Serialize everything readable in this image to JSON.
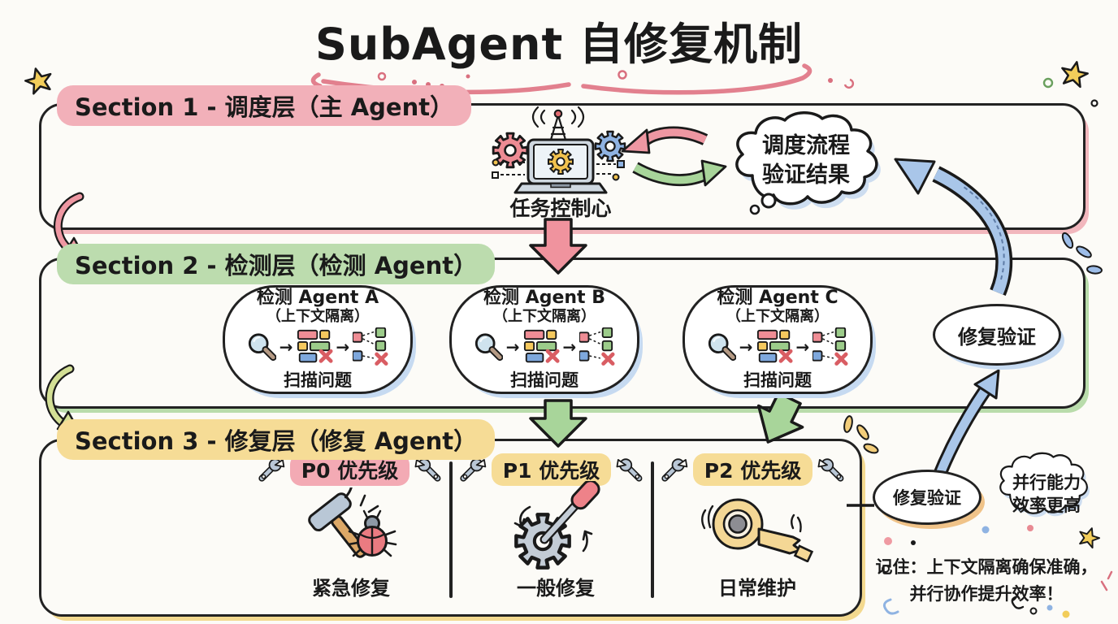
{
  "title": "SubAgent 自修复机制",
  "icons": {
    "arrow_right": "→"
  },
  "section1": {
    "header": "Section 1 - 调度层（主 Agent）",
    "control_center": "任务控制心",
    "cloud": {
      "line1": "调度流程",
      "line2": "验证结果"
    }
  },
  "section2": {
    "header": "Section 2 - 检测层（检测 Agent）",
    "agents": [
      {
        "title": "检测 Agent A",
        "subtitle": "（上下文隔离）",
        "caption": "扫描问题"
      },
      {
        "title": "检测 Agent B",
        "subtitle": "（上下文隔离）",
        "caption": "扫描问题"
      },
      {
        "title": "检测 Agent C",
        "subtitle": "（上下文隔离）",
        "caption": "扫描问题"
      }
    ],
    "verify": "修复验证"
  },
  "section3": {
    "header": "Section 3 - 修复层（修复 Agent）",
    "columns": [
      {
        "priority": "P0 优先级",
        "caption": "紧急修复"
      },
      {
        "priority": "P1 优先级",
        "caption": "一般修复"
      },
      {
        "priority": "P2 优先级",
        "caption": "日常维护"
      }
    ],
    "verify": "修复验证"
  },
  "notes": {
    "parallel_cloud": {
      "line1": "并行能力",
      "line2": "效率更高"
    },
    "reminder": {
      "line1": "记住：上下文隔离确保准确，",
      "line2": "并行协作提升效率！"
    }
  },
  "colors": {
    "section1_accent": "#f2b0b9",
    "section2_accent": "#bcdcae",
    "section3_accent": "#f6dc96",
    "p0_accent": "#f3aab4",
    "p1_accent": "#f6dc96",
    "p2_accent": "#f6dc96",
    "arrow_red": "#f0939e",
    "arrow_green": "#a8d59a",
    "arrow_blue": "#a9c6e9",
    "ink": "#1a1a1a"
  }
}
